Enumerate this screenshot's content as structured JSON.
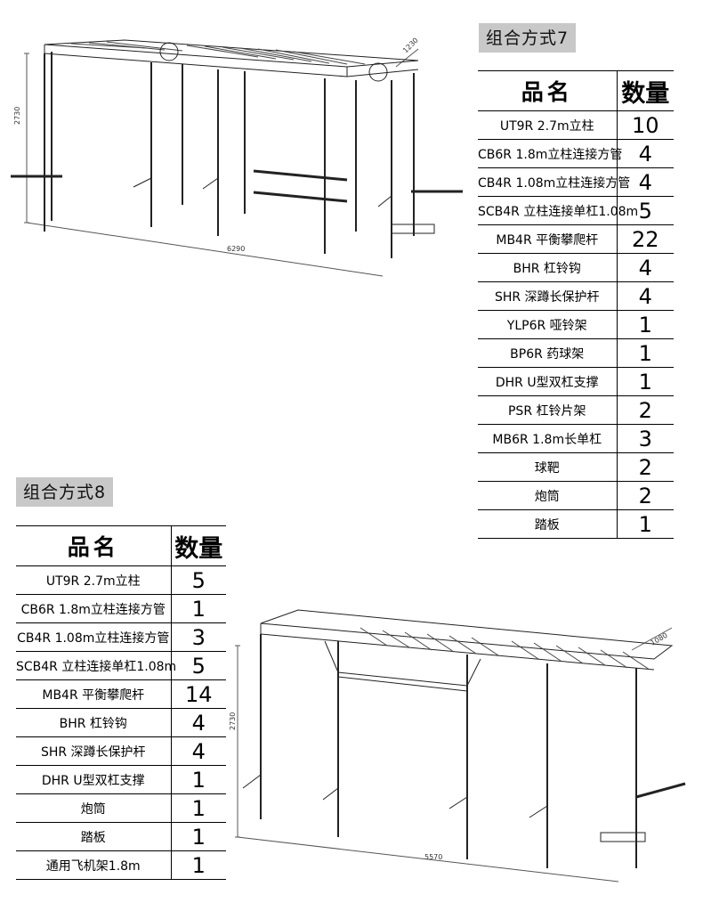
{
  "config7": {
    "title": "组合方式7",
    "header": {
      "name": "品名",
      "qty": "数量"
    },
    "rows": [
      {
        "name": "UT9R 2.7m立柱",
        "qty": "10"
      },
      {
        "name": "CB6R 1.8m立柱连接方管",
        "qty": "4"
      },
      {
        "name": "CB4R 1.08m立柱连接方管",
        "qty": "4"
      },
      {
        "name": "SCB4R 立柱连接单杠1.08m",
        "qty": "5"
      },
      {
        "name": "MB4R 平衡攀爬杆",
        "qty": "22"
      },
      {
        "name": "BHR 杠铃钩",
        "qty": "4"
      },
      {
        "name": "SHR 深蹲长保护杆",
        "qty": "4"
      },
      {
        "name": "YLP6R 哑铃架",
        "qty": "1"
      },
      {
        "name": "BP6R 药球架",
        "qty": "1"
      },
      {
        "name": "DHR U型双杠支撑",
        "qty": "1"
      },
      {
        "name": "PSR 杠铃片架",
        "qty": "2"
      },
      {
        "name": "MB6R 1.8m长单杠",
        "qty": "3"
      },
      {
        "name": "球靶",
        "qty": "2"
      },
      {
        "name": "炮筒",
        "qty": "2"
      },
      {
        "name": "踏板",
        "qty": "1"
      }
    ],
    "dims": {
      "height": "2730",
      "depth": "1230",
      "length": "6290"
    }
  },
  "config8": {
    "title": "组合方式8",
    "header": {
      "name": "品名",
      "qty": "数量"
    },
    "rows": [
      {
        "name": "UT9R 2.7m立柱",
        "qty": "5"
      },
      {
        "name": "CB6R 1.8m立柱连接方管",
        "qty": "1"
      },
      {
        "name": "CB4R 1.08m立柱连接方管",
        "qty": "3"
      },
      {
        "name": "SCB4R 立柱连接单杠1.08m",
        "qty": "5"
      },
      {
        "name": "MB4R 平衡攀爬杆",
        "qty": "14"
      },
      {
        "name": "BHR 杠铃钩",
        "qty": "4"
      },
      {
        "name": "SHR 深蹲长保护杆",
        "qty": "4"
      },
      {
        "name": "DHR U型双杠支撑",
        "qty": "1"
      },
      {
        "name": "炮筒",
        "qty": "1"
      },
      {
        "name": "踏板",
        "qty": "1"
      },
      {
        "name": "通用飞机架1.8m",
        "qty": "1"
      }
    ],
    "dims": {
      "height": "2730",
      "depth": "1080",
      "length": "5570"
    }
  }
}
